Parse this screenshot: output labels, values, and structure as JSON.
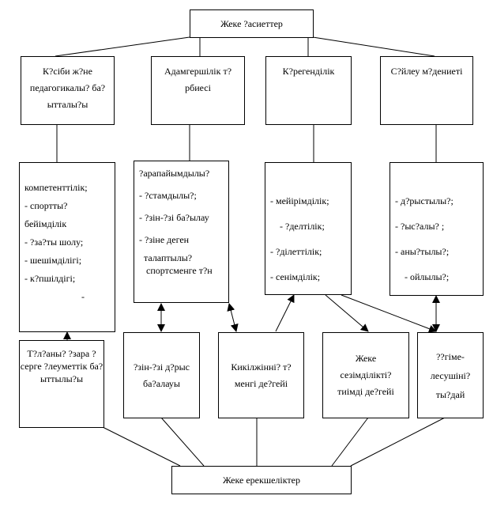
{
  "top_title": "Жеке ?асиеттер",
  "bottom_title": "Жеке ерекшеліктер",
  "categories": [
    {
      "label": "К?сіби ж?не педагогикалы? ба?ытталы?ы"
    },
    {
      "label": "Адамгершілік т?рбиесі"
    },
    {
      "label": "К?регенділік"
    },
    {
      "label": "С?йлеу м?дениеті"
    }
  ],
  "qualities": [
    {
      "lines": [
        "компетенттілік;",
        "- спортты?",
        "бейімділік",
        "- ?за?ты шолу;",
        "  - шешімділігі;",
        "- к?пшілдігі;",
        "                        -"
      ]
    },
    {
      "lines": [
        "?арапайымдылы?",
        "- ?стамдылы?;",
        "- ?зін-?зі ба?ылау",
        "- ?зіне деген",
        "  талаптылы?",
        "   спортсменге т?н"
      ]
    },
    {
      "lines": [
        "- мейірімділік;",
        "    - ?делтілік;",
        "- ?ділеттілік;",
        "- сенімділік;"
      ]
    },
    {
      "lines": [
        "- д?рыстылы?;",
        "- ?ыс?алы? ;",
        "- аны?тылы?;",
        "    - ойлылы?;"
      ]
    }
  ],
  "bottom_items": [
    {
      "label": "Т?л?аны? ?зара ?серге ?леуметтік ба?ыттылы?ы"
    },
    {
      "label": "?зін-?зі д?рыс ба?алауы"
    },
    {
      "label": "Кикілжінні? т?менгі де?гейі"
    },
    {
      "label": "Жеке сезімділікті? тиімді де?гейі"
    },
    {
      "label": "??гіме-лесушіні? ты?дай"
    }
  ]
}
